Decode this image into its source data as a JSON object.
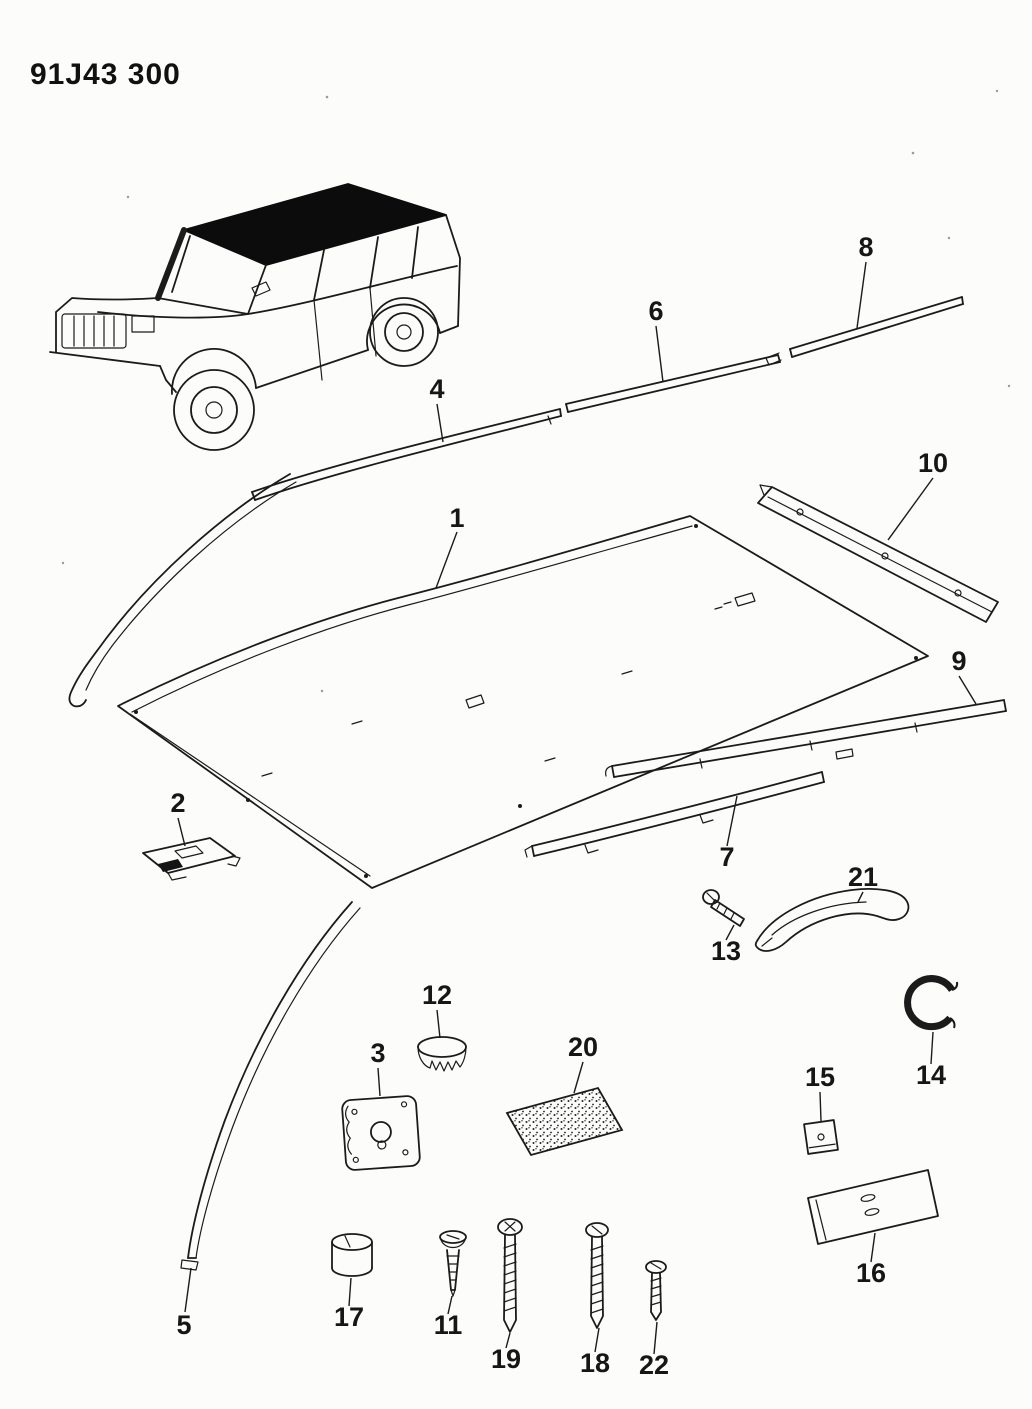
{
  "doc": {
    "code": "91J43 300"
  },
  "labels": [
    "1",
    "2",
    "3",
    "4",
    "5",
    "6",
    "7",
    "8",
    "9",
    "10",
    "11",
    "12",
    "13",
    "14",
    "15",
    "16",
    "17",
    "18",
    "19",
    "20",
    "21",
    "22"
  ],
  "colors": {
    "ink": "#1b1b1b",
    "paper": "#fcfcfa"
  }
}
